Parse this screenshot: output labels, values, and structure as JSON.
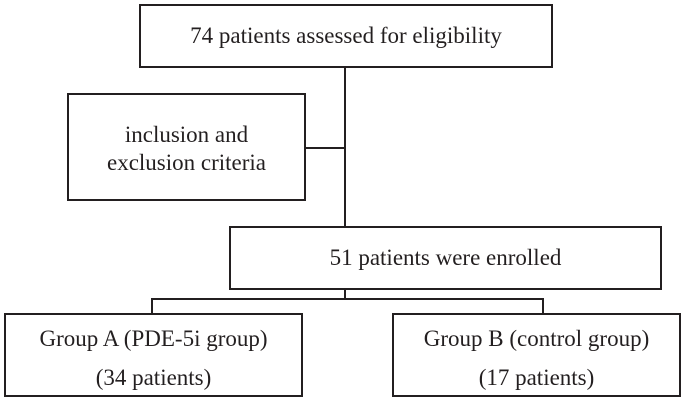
{
  "flowchart": {
    "assessed": "74 patients assessed for eligibility",
    "criteria_line1": "inclusion and",
    "criteria_line2": "exclusion criteria",
    "enrolled": "51 patients were enrolled",
    "group_a_line1": "Group A (PDE-5i group)",
    "group_a_line2": "(34 patients)",
    "group_b_line1": "Group B (control group)",
    "group_b_line2": "(17 patients)"
  },
  "colors": {
    "stroke": "#231f20",
    "background": "#ffffff"
  }
}
